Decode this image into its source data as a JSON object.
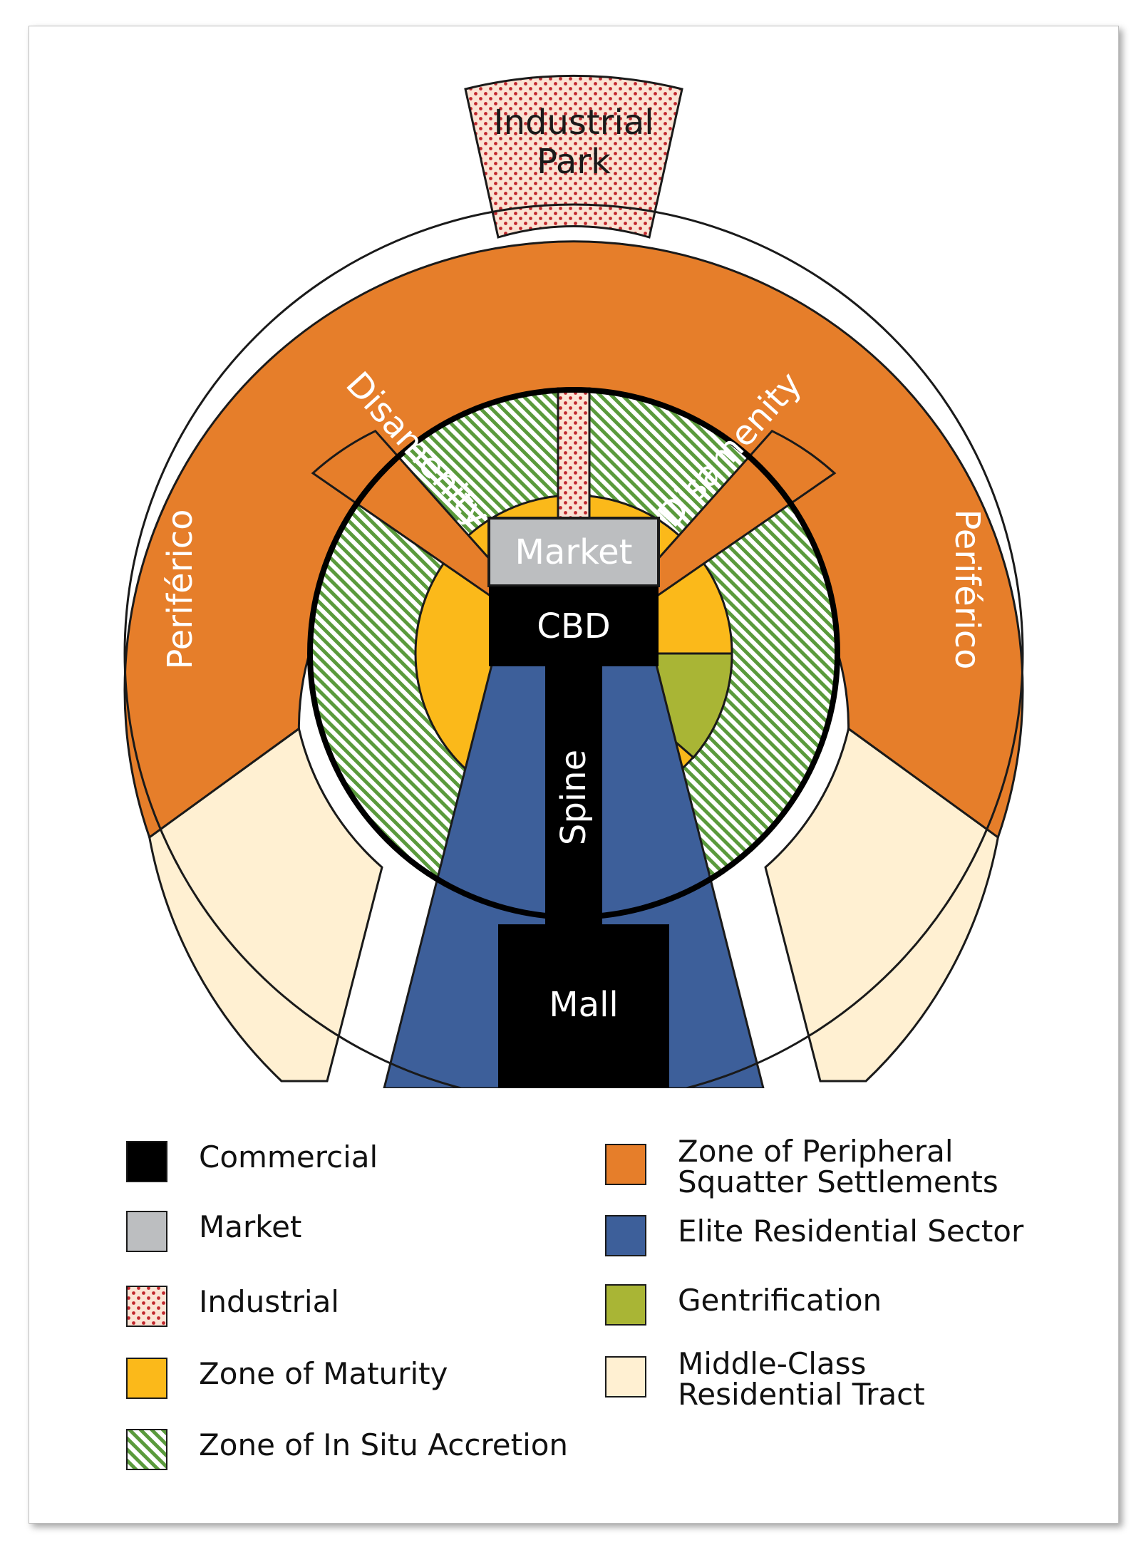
{
  "diagram": {
    "labels": {
      "industrial_park_line1": "Industrial",
      "industrial_park_line2": "Park",
      "periferico_left": "Periférico",
      "periferico_right": "Periférico",
      "disamenity_left": "Disamenity",
      "disamenity_right": "Disamenity",
      "market": "Market",
      "cbd": "CBD",
      "spine": "Spine",
      "mall": "Mall"
    }
  },
  "legend": {
    "items": [
      {
        "name": "commercial",
        "label": "Commercial",
        "pattern": "solid",
        "color": "#000000"
      },
      {
        "name": "market",
        "label": "Market",
        "pattern": "solid",
        "color": "#bcbec0"
      },
      {
        "name": "industrial",
        "label": "Industrial",
        "pattern": "dots",
        "color": "#c1272d"
      },
      {
        "name": "zone-of-maturity",
        "label": "Zone of Maturity",
        "pattern": "solid",
        "color": "#fbb91a"
      },
      {
        "name": "zone-of-in-situ-accretion",
        "label": "Zone of In Situ Accretion",
        "pattern": "stripes",
        "color": "#5a9a3c"
      },
      {
        "name": "zone-of-peripheral-squatter-settlements",
        "label": "Zone of Peripheral\nSquatter Settlements",
        "pattern": "solid",
        "color": "#e67e2a"
      },
      {
        "name": "elite-residential-sector",
        "label": "Elite Residential Sector",
        "pattern": "solid",
        "color": "#3d5f9a"
      },
      {
        "name": "gentrification",
        "label": "Gentrification",
        "pattern": "solid",
        "color": "#a9b535"
      },
      {
        "name": "middle-class-residential-tract",
        "label": "Middle-Class\nResidential Tract",
        "pattern": "solid",
        "color": "#fff0d2"
      }
    ]
  }
}
